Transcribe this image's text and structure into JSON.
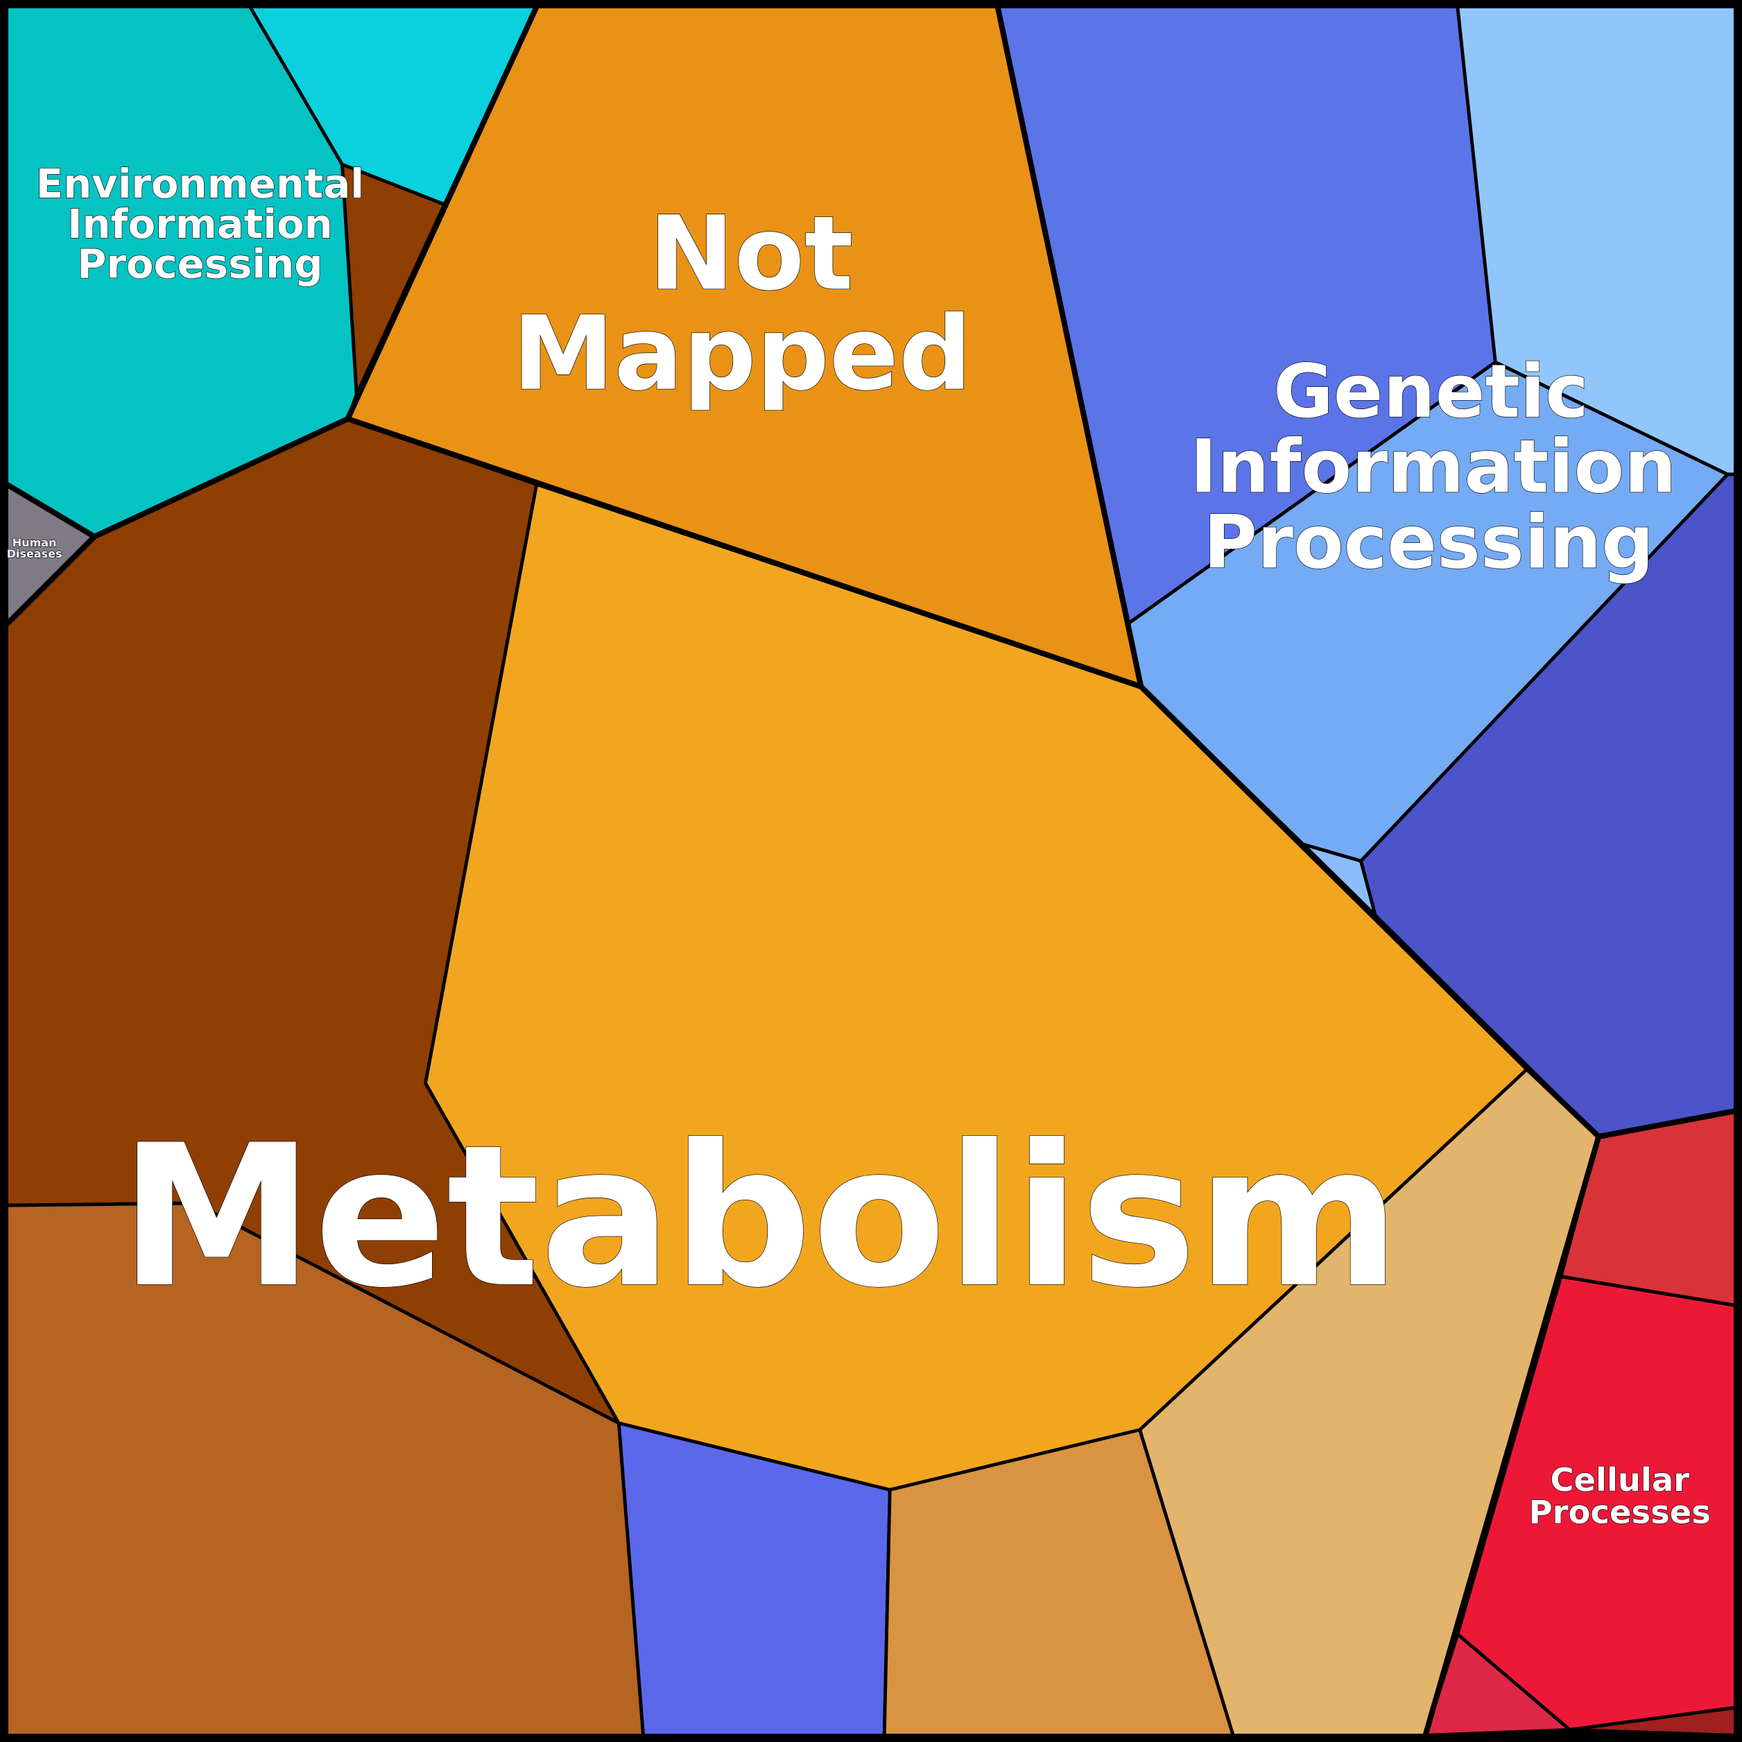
{
  "title": "Voronoi treemap of functional categories",
  "labels": {
    "metabolism": "Metabolism",
    "not_mapped_1": "Not",
    "not_mapped_2": "Mapped",
    "genetic_1": "Genetic",
    "genetic_2": "Information",
    "genetic_3": "Processing",
    "env_1": "Environmental",
    "env_2": "Information",
    "env_3": "Processing",
    "cellular_1": "Cellular",
    "cellular_2": "Processes",
    "human_1": "Human",
    "human_2": "Diseases"
  },
  "colors": {
    "metabolism": "#f2a61f",
    "not_mapped": "#ea9216",
    "genetic": "#5b74e8",
    "environmental": "#05c3c3",
    "cellular": "#ed1838",
    "human_diseases": "#7f7a84"
  }
}
